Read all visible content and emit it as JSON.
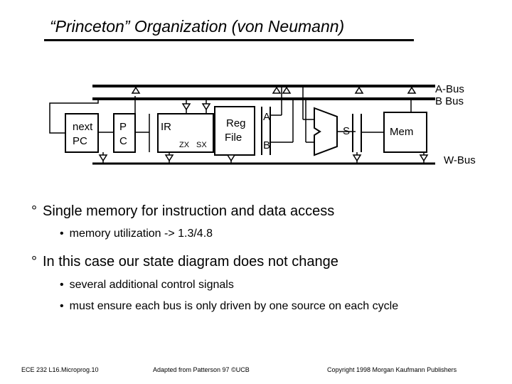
{
  "title": "“Princeton” Organization (von Neumann)",
  "diagram": {
    "bus_labels": {
      "a_bus": "A-Bus",
      "b_bus": "B Bus",
      "w_bus": "W-Bus"
    },
    "blocks": {
      "next_pc_line1": "next",
      "next_pc_line2": "PC",
      "pc_line1": "P",
      "pc_line2": "C",
      "ir": "IR",
      "zx": "ZX",
      "sx": "SX",
      "reg_file_line1": "Reg",
      "reg_file_line2": "File",
      "a": "A",
      "b": "B",
      "s": "S",
      "mem": "Mem"
    }
  },
  "bullets": [
    {
      "level": 1,
      "marker": "°",
      "text": "Single memory for instruction and data access"
    },
    {
      "level": 2,
      "marker": "•",
      "text": "memory utilization -> 1.3/4.8"
    },
    {
      "level": 1,
      "marker": "°",
      "text": "In this case our state diagram does not change"
    },
    {
      "level": 2,
      "marker": "•",
      "text": "several additional control signals"
    },
    {
      "level": 2,
      "marker": "•",
      "text": "must ensure each bus is only driven by one source on each cycle"
    }
  ],
  "footer": {
    "left": "ECE 232 L16.Microprog.10",
    "center": "Adapted from Patterson 97 ©UCB",
    "right": "Copyright 1998 Morgan Kaufmann Publishers"
  }
}
